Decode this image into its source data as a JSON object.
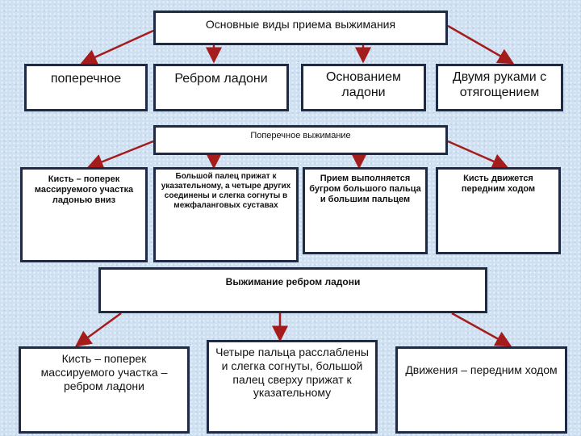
{
  "diagram": {
    "title": "Основные виды приема выжимания",
    "types": [
      "поперечное",
      "Ребром ладони",
      "Основанием ладони",
      "Двумя руками с отягощением"
    ],
    "transverse": {
      "title": "Поперечное выжимание",
      "items": [
        "Кисть – поперек массируемого участка ладонью вниз",
        "Большой палец прижат к указательному, а четыре других соединены и слегка согнуты в межфаланговых суставах",
        "Прием выполняется бугром большого пальца и большим пальцем",
        "Кисть движется передним ходом"
      ]
    },
    "edge": {
      "title": "Выжимание ребром ладони",
      "items": [
        "Кисть – поперек массируемого участка – ребром ладони",
        "Четыре пальца расслаблены и слегка согнуты, большой палец сверху прижат к указательному",
        "Движения – передним ходом"
      ]
    }
  },
  "colors": {
    "arrow": "#a51c1c",
    "border": "#1f2a44",
    "background": "#cfe0f2"
  }
}
